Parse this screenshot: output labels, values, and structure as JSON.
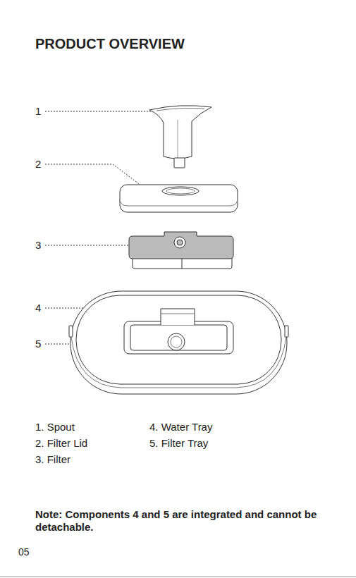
{
  "diagram": {
    "title": "PRODUCT OVERVIEW",
    "labels": [
      "1",
      "2",
      "3",
      "4",
      "5",
      "1. Spout",
      "2. Filter Lid",
      "3. Filter",
      "4. Water Tray",
      "5. Filter Tray",
      "Note: Components 4 and 5 are integrated and cannot be detachable.",
      "05"
    ]
  }
}
